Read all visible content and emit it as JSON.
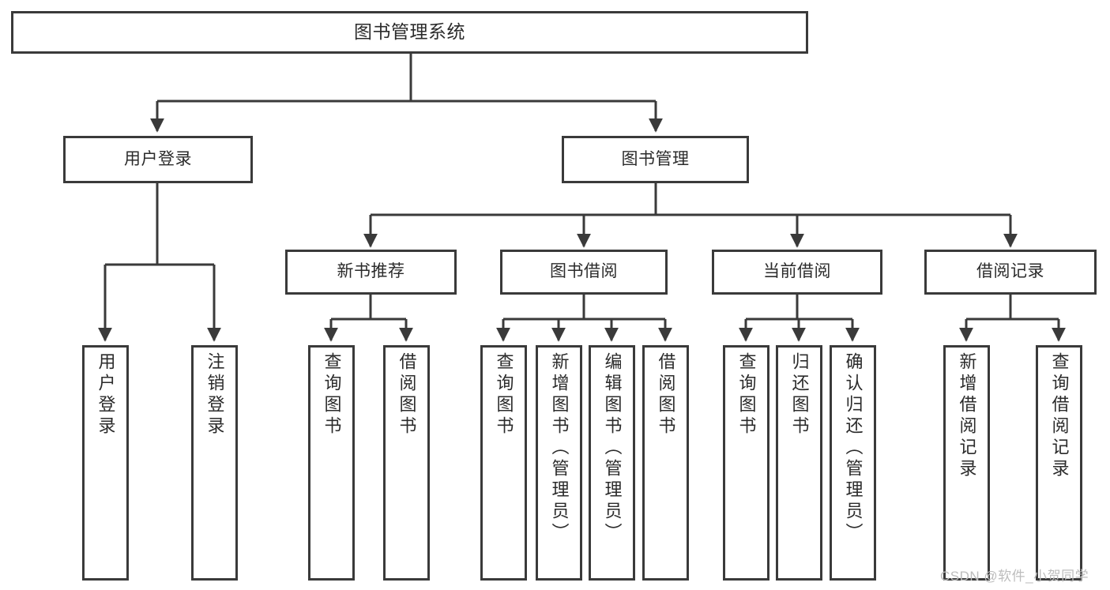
{
  "diagram": {
    "title": "图书管理系统",
    "type": "hierarchy-tree",
    "colors": {
      "line": "#3a3a3a",
      "box_border": "#3a3a3a",
      "box_fill": "#ffffff",
      "text": "#2b2b2b",
      "watermark": "#bdbdbd",
      "background": "#ffffff"
    },
    "levels": {
      "root": "图书管理系统",
      "level2": [
        "用户登录",
        "图书管理"
      ],
      "level3": [
        "新书推荐",
        "图书借阅",
        "当前借阅",
        "借阅记录"
      ]
    }
  },
  "nodes": {
    "root": {
      "label": "图书管理系统"
    },
    "user_login": {
      "label": "用户登录"
    },
    "book_manage": {
      "label": "图书管理"
    },
    "new_book_rec": {
      "label": "新书推荐"
    },
    "book_borrow": {
      "label": "图书借阅"
    },
    "current_borrow": {
      "label": "当前借阅"
    },
    "borrow_record": {
      "label": "借阅记录"
    }
  },
  "leaves": {
    "user_login_children": [
      {
        "label": "用户登录"
      },
      {
        "label": "注销登录"
      }
    ],
    "new_book_rec_children": [
      {
        "label": "查询图书"
      },
      {
        "label": "借阅图书"
      }
    ],
    "book_borrow_children": [
      {
        "label": "查询图书"
      },
      {
        "label": "新增图书（管理员）"
      },
      {
        "label": "编辑图书（管理员）"
      },
      {
        "label": "借阅图书"
      }
    ],
    "current_borrow_children": [
      {
        "label": "查询图书"
      },
      {
        "label": "归还图书"
      },
      {
        "label": "确认归还（管理员）"
      }
    ],
    "borrow_record_children": [
      {
        "label": "新增借阅记录"
      },
      {
        "label": "查询借阅记录"
      }
    ]
  },
  "watermark": {
    "text": "CSDN @软件_小贺同学"
  }
}
